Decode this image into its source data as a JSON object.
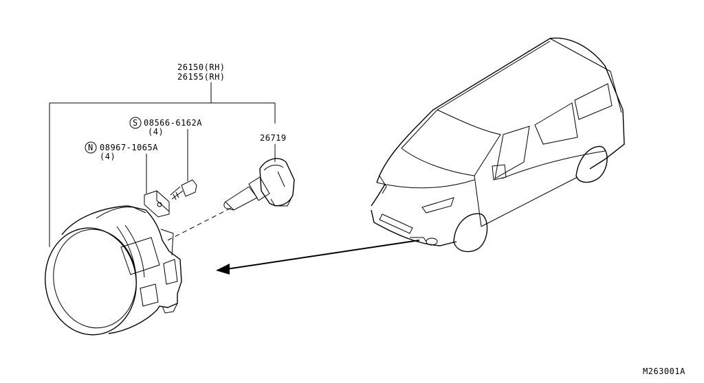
{
  "callouts": {
    "part_26150": "26150(RH)",
    "part_26155": "26155(RH)",
    "part_26719": "26719",
    "screw_symbol": "S",
    "screw_code": "08566-6162A",
    "screw_qty": "(4)",
    "nut_symbol": "N",
    "nut_code": "08967-1065A",
    "nut_qty": "(4)"
  },
  "figure_id": "M263001A",
  "icons": [
    "fog-lamp-assembly-icon",
    "bulb-icon",
    "screw-icon",
    "clip-nut-icon",
    "van-icon",
    "location-arrow-icon"
  ]
}
